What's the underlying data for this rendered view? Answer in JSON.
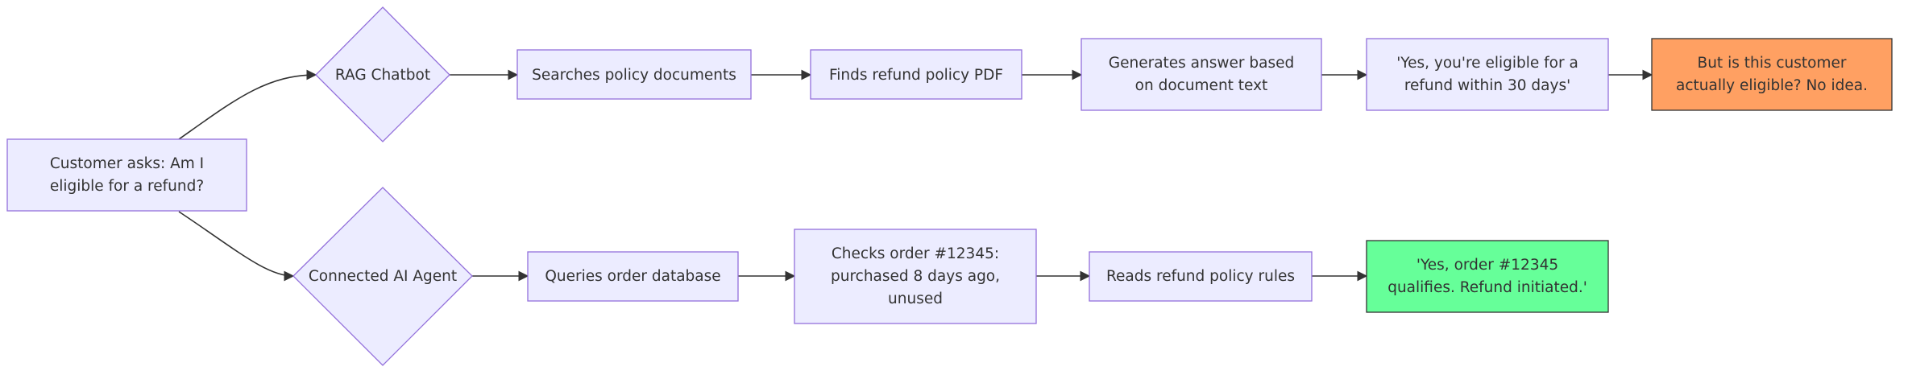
{
  "colors": {
    "node_fill": "#ECECFF",
    "node_stroke": "#9370DB",
    "edge": "#333333",
    "warning_fill": "#FFA062",
    "success_fill": "#66FF99"
  },
  "nodes": {
    "start": {
      "lines": [
        "Customer asks: Am I",
        "eligible for a refund?"
      ]
    },
    "rag_chatbot": {
      "lines": [
        "RAG Chatbot"
      ]
    },
    "search_docs": {
      "lines": [
        "Searches policy documents"
      ]
    },
    "find_pdf": {
      "lines": [
        "Finds refund policy PDF"
      ]
    },
    "gen_answer": {
      "lines": [
        "Generates answer based",
        "on document text"
      ]
    },
    "rag_reply": {
      "lines": [
        "'Yes, you're eligible for a",
        "refund within 30 days'"
      ]
    },
    "doubt": {
      "lines": [
        "But is this customer",
        "actually eligible? No idea."
      ]
    },
    "agent": {
      "lines": [
        "Connected AI Agent"
      ]
    },
    "query_db": {
      "lines": [
        "Queries order database"
      ]
    },
    "check_order": {
      "lines": [
        "Checks order #12345:",
        "purchased 8 days ago,",
        "unused"
      ]
    },
    "read_rules": {
      "lines": [
        "Reads refund policy rules"
      ]
    },
    "agent_reply": {
      "lines": [
        "'Yes, order #12345",
        "qualifies. Refund initiated.'"
      ]
    }
  },
  "edges": [
    [
      "start",
      "rag_chatbot"
    ],
    [
      "rag_chatbot",
      "search_docs"
    ],
    [
      "search_docs",
      "find_pdf"
    ],
    [
      "find_pdf",
      "gen_answer"
    ],
    [
      "gen_answer",
      "rag_reply"
    ],
    [
      "rag_reply",
      "doubt"
    ],
    [
      "start",
      "agent"
    ],
    [
      "agent",
      "query_db"
    ],
    [
      "query_db",
      "check_order"
    ],
    [
      "check_order",
      "read_rules"
    ],
    [
      "read_rules",
      "agent_reply"
    ]
  ]
}
